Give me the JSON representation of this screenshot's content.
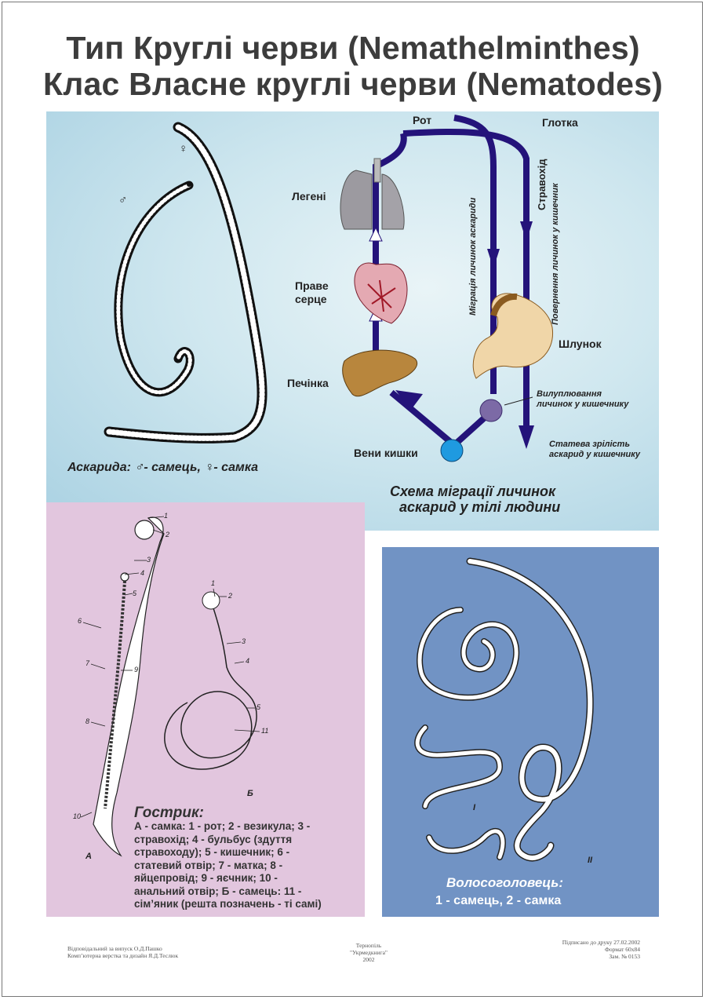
{
  "header": {
    "line1": "Тип Круглі черви (Nemathelminthes)",
    "line2": "Клас Власне круглі черви (Nematodes)"
  },
  "ascaris": {
    "caption_prefix": "Аскарида: ",
    "caption_male": "- самець, ",
    "caption_female": "- самка",
    "male_symbol": "♂",
    "female_symbol": "♀"
  },
  "migration": {
    "labels": {
      "mouth": "Рот",
      "pharynx": "Глотка",
      "lungs": "Легені",
      "right_heart_1": "Праве",
      "right_heart_2": "серце",
      "liver": "Печінка",
      "intestine_veins": "Вени кишки",
      "stomach": "Шлунок",
      "hatching_1": "Вилуплювання",
      "hatching_2": "личинок у кишечнику",
      "maturity_1": "Статева зрілість",
      "maturity_2": "аскарид у кишечнику",
      "migration_vertical": "Міграція личинок аскариди",
      "esophagus_vertical": "Стравохід",
      "return_vertical": "Повернення личинок у кишечник"
    },
    "caption_1": "Схема міграції личинок",
    "caption_2": "аскарид у тілі людини"
  },
  "pinworm": {
    "numbers_a": [
      "1",
      "2",
      "3",
      "4",
      "5",
      "6",
      "7",
      "9",
      "8",
      "10"
    ],
    "numbers_b": [
      "1",
      "2",
      "3",
      "4",
      "5",
      "11"
    ],
    "label_a": "А",
    "label_b": "Б",
    "title": "Гострик:",
    "text": [
      "А - самка: 1 - рот; 2 - везикула; 3 -",
      "стравохід; 4 - бульбус (здуття",
      "стравоходу); 5 - кишечник; 6 -",
      "статевий отвір; 7 - матка; 8 -",
      "яйцепровід; 9 - яєчник; 10 -",
      "анальний отвір; Б - самець: 11 -",
      "сім’яник (решта позначень - ті самі)"
    ]
  },
  "whipworm": {
    "label_i": "I",
    "label_ii": "II",
    "title": "Волосоголовець:",
    "subtitle": "1 - самець, 2 - самка"
  },
  "footer": {
    "left_1": "Відповідальний за випуск О.Д.Пашко",
    "left_2": "Комп’ютерна верстка та дизайн Я.Д.Теслюк",
    "center_1": "Тернопіль",
    "center_2": "\"Укрмедкнига\"",
    "center_3": "2002",
    "right_1": "Підписано до друку 27.02.2002",
    "right_2": "Формат 60x84",
    "right_3": "Зам. № 0153"
  },
  "colors": {
    "panel_blue": "#bfe0ec",
    "panel_pink": "#e2c6de",
    "panel_slate": "#7193c4",
    "arrow": "#24137a",
    "title": "#3c3c3c"
  }
}
